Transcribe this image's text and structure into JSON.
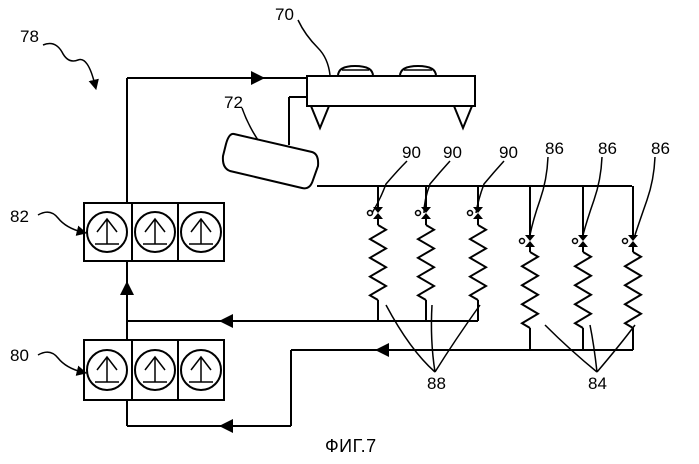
{
  "figure": {
    "caption": "ФИГ.7",
    "labels": {
      "system": "78",
      "condenser": "70",
      "receiver": "72",
      "high_compressor_group": "82",
      "low_compressor_group": "80",
      "valve_set_a": [
        "90",
        "90",
        "90"
      ],
      "valve_set_b": [
        "86",
        "86",
        "86"
      ],
      "evaporators_a": "88",
      "evaporators_b": "84"
    }
  }
}
